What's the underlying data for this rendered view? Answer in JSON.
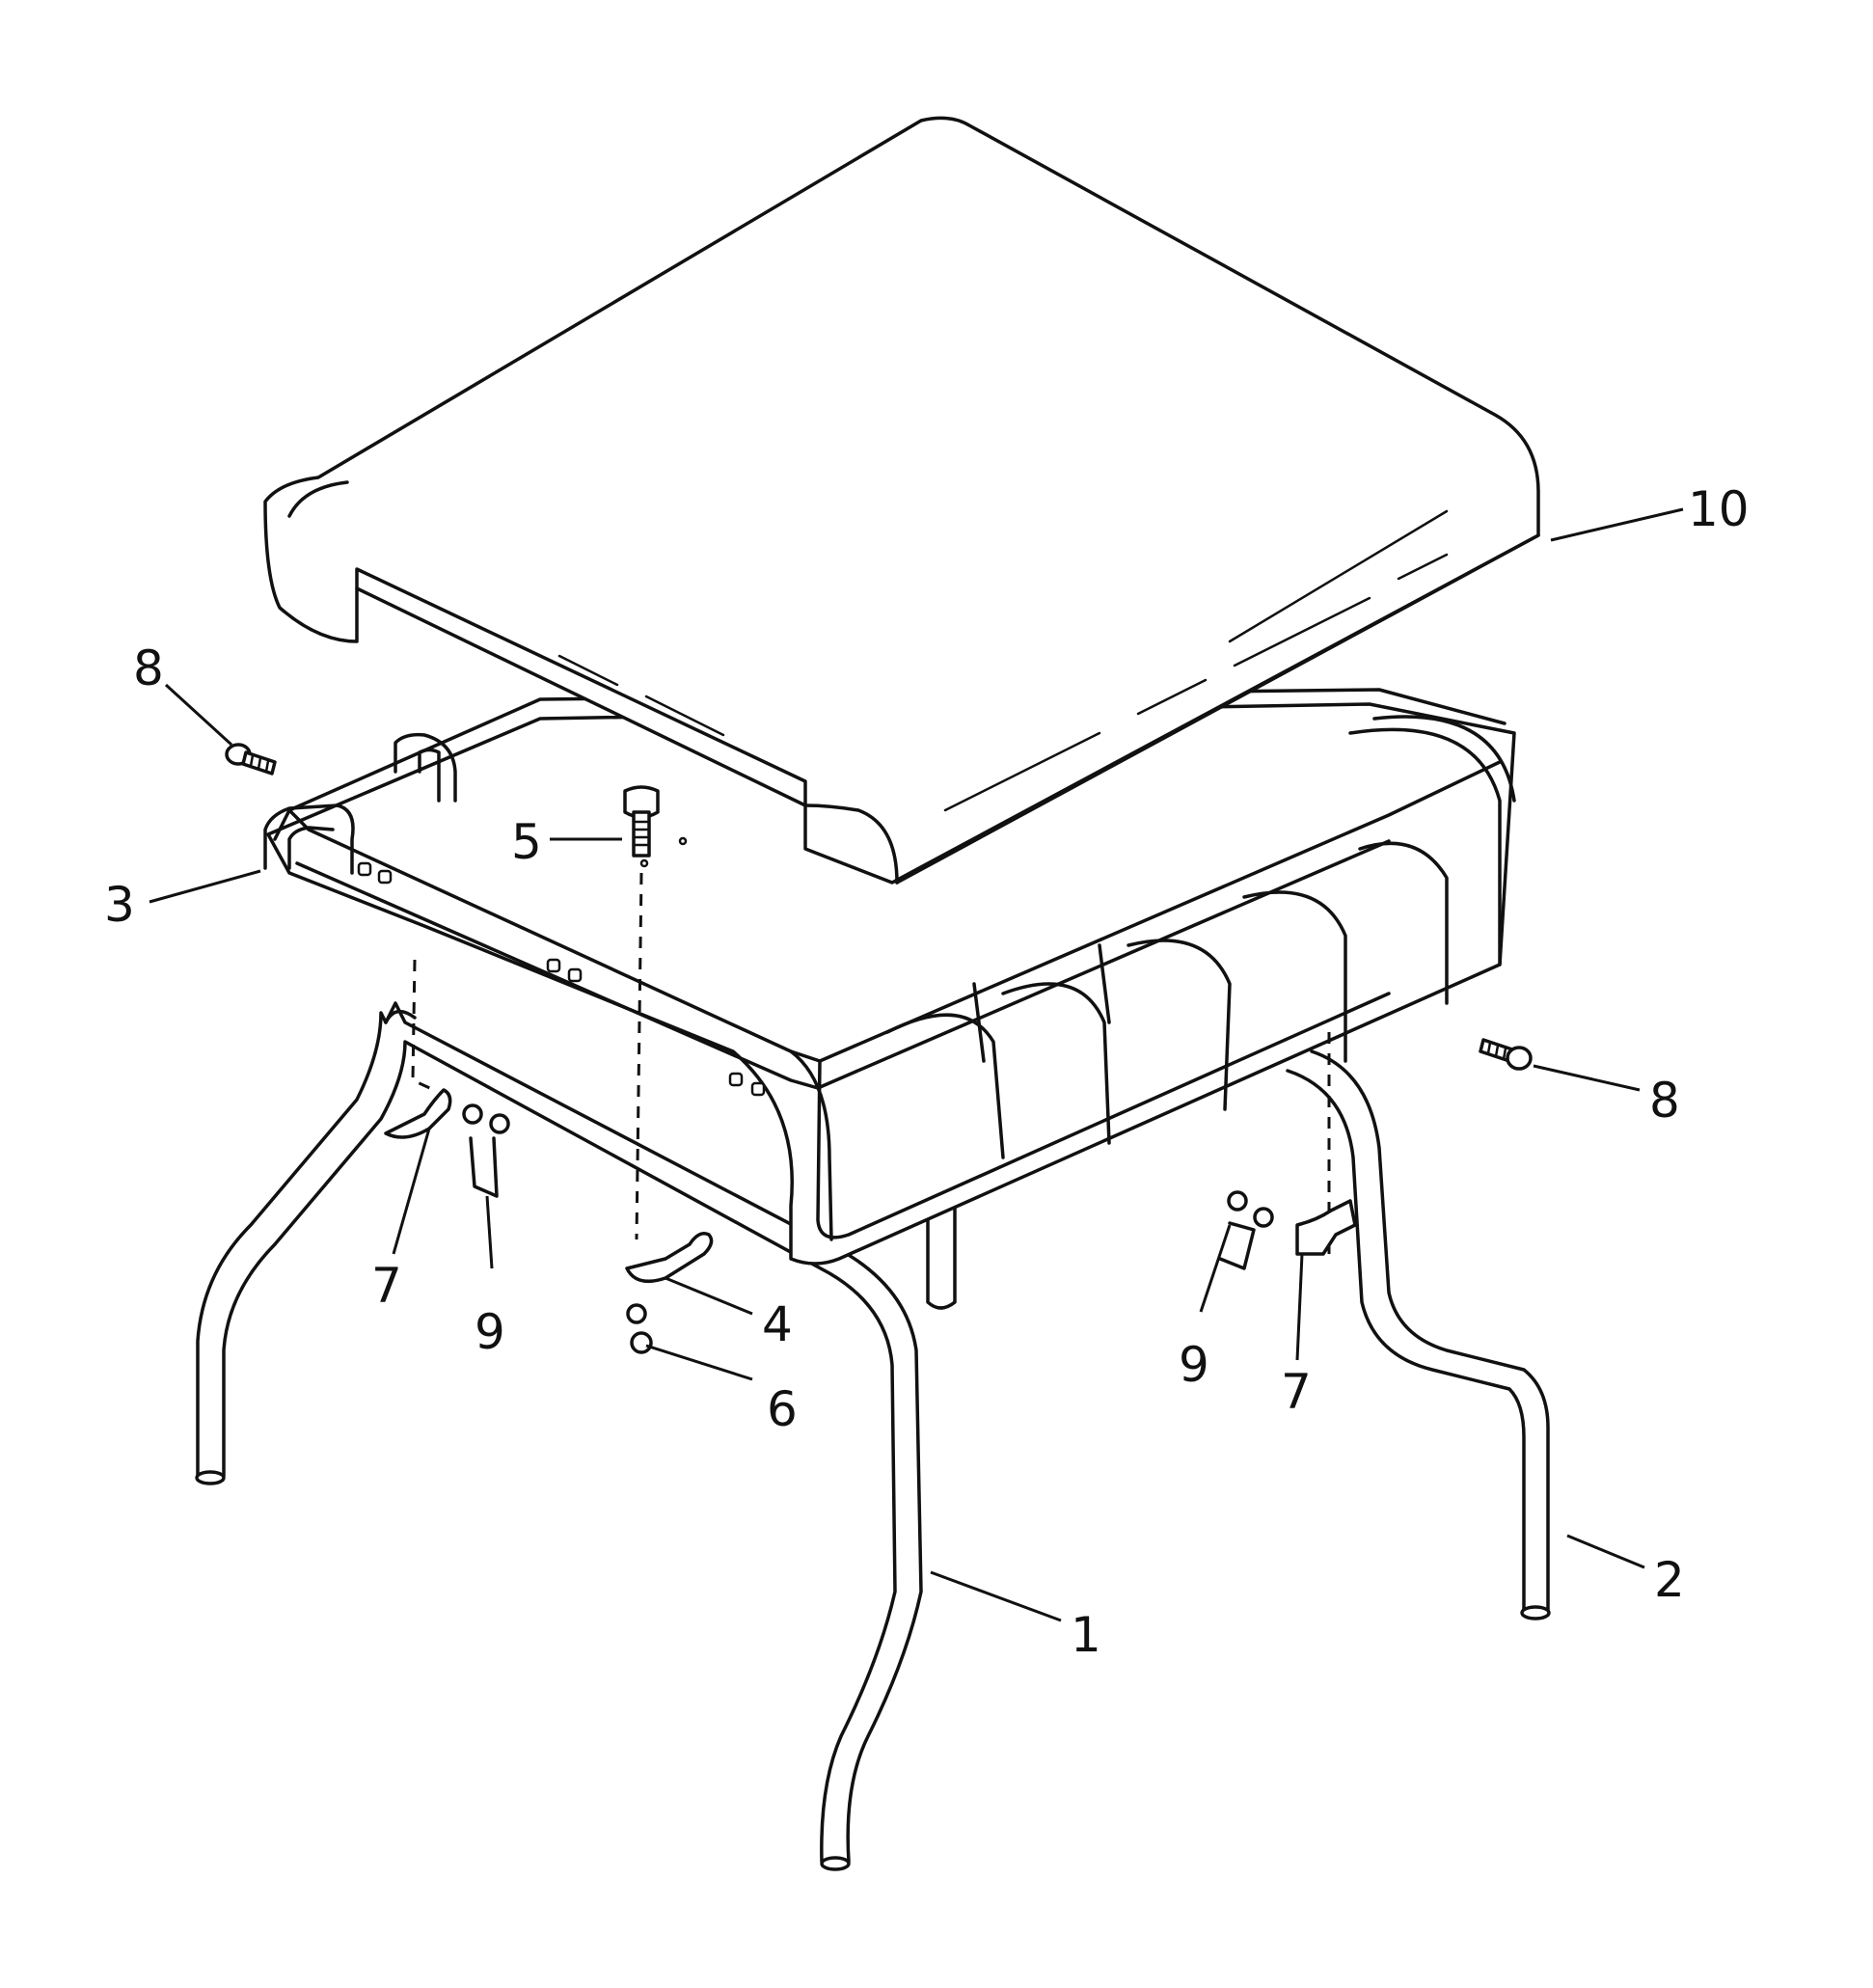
{
  "diagram": {
    "callouts": [
      {
        "id": "c1",
        "label": "1"
      },
      {
        "id": "c2",
        "label": "2"
      },
      {
        "id": "c3",
        "label": "3"
      },
      {
        "id": "c4",
        "label": "4"
      },
      {
        "id": "c5",
        "label": "5"
      },
      {
        "id": "c6",
        "label": "6"
      },
      {
        "id": "c7a",
        "label": "7"
      },
      {
        "id": "c7b",
        "label": "7"
      },
      {
        "id": "c8a",
        "label": "8"
      },
      {
        "id": "c8b",
        "label": "8"
      },
      {
        "id": "c9a",
        "label": "9"
      },
      {
        "id": "c9b",
        "label": "9"
      },
      {
        "id": "c10",
        "label": "10"
      }
    ],
    "colors": {
      "ink": "#111111",
      "paper": "#ffffff"
    }
  }
}
